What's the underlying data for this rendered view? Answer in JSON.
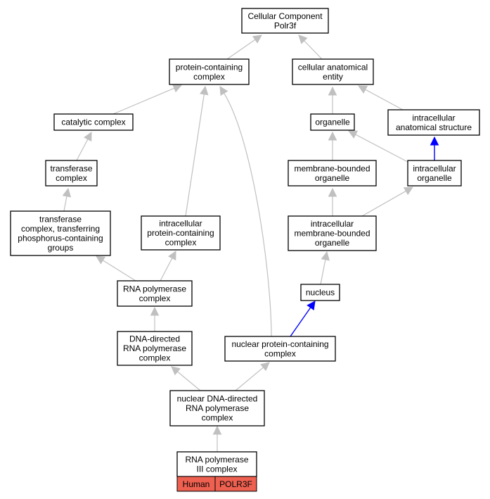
{
  "colors": {
    "is_a_edge": "#c0c0c0",
    "part_of_edge": "#0000ff",
    "gene_cell_fill": "#ee6050"
  },
  "nodes": {
    "root": {
      "lines": [
        "Cellular Component",
        "Polr3f"
      ]
    },
    "protein_containing_complex": {
      "lines": [
        "protein-containing",
        "complex"
      ]
    },
    "cellular_anatomical_entity": {
      "lines": [
        "cellular anatomical",
        "entity"
      ]
    },
    "catalytic_complex": {
      "lines": [
        "catalytic complex"
      ]
    },
    "organelle": {
      "lines": [
        "organelle"
      ]
    },
    "intracellular_anatomical_structure": {
      "lines": [
        "intracellular",
        "anatomical structure"
      ]
    },
    "transferase_complex": {
      "lines": [
        "transferase",
        "complex"
      ]
    },
    "membrane_bounded_organelle": {
      "lines": [
        "membrane-bounded",
        "organelle"
      ]
    },
    "intracellular_organelle": {
      "lines": [
        "intracellular",
        "organelle"
      ]
    },
    "transferase_complex_phospho": {
      "lines": [
        "transferase",
        "complex, transferring",
        "phosphorus-containing",
        "groups"
      ]
    },
    "intracellular_protein_containing_complex": {
      "lines": [
        "intracellular",
        "protein-containing",
        "complex"
      ]
    },
    "intracellular_membrane_bounded_organelle": {
      "lines": [
        "intracellular",
        "membrane-bounded",
        "organelle"
      ]
    },
    "rna_polymerase_complex": {
      "lines": [
        "RNA polymerase",
        "complex"
      ]
    },
    "nucleus": {
      "lines": [
        "nucleus"
      ]
    },
    "dna_directed_rna_polymerase_complex": {
      "lines": [
        "DNA-directed",
        "RNA polymerase",
        "complex"
      ]
    },
    "nuclear_protein_containing_complex": {
      "lines": [
        "nuclear protein-containing",
        "complex"
      ]
    },
    "nuclear_dna_directed_rna_polymerase_complex": {
      "lines": [
        "nuclear DNA-directed",
        "RNA polymerase",
        "complex"
      ]
    },
    "rna_polymerase_iii_complex": {
      "lines": [
        "RNA polymerase",
        "III complex"
      ]
    }
  },
  "gene_annotation": {
    "species": "Human",
    "gene": "POLR3F"
  },
  "edges": [
    {
      "from": "protein_containing_complex",
      "to": "root",
      "type": "is_a"
    },
    {
      "from": "cellular_anatomical_entity",
      "to": "root",
      "type": "is_a"
    },
    {
      "from": "catalytic_complex",
      "to": "protein_containing_complex",
      "type": "is_a"
    },
    {
      "from": "intracellular_protein_containing_complex",
      "to": "protein_containing_complex",
      "type": "is_a"
    },
    {
      "from": "nuclear_protein_containing_complex",
      "to": "protein_containing_complex",
      "type": "is_a"
    },
    {
      "from": "organelle",
      "to": "cellular_anatomical_entity",
      "type": "is_a"
    },
    {
      "from": "intracellular_anatomical_structure",
      "to": "cellular_anatomical_entity",
      "type": "is_a"
    },
    {
      "from": "transferase_complex",
      "to": "catalytic_complex",
      "type": "is_a"
    },
    {
      "from": "membrane_bounded_organelle",
      "to": "organelle",
      "type": "is_a"
    },
    {
      "from": "intracellular_organelle",
      "to": "organelle",
      "type": "is_a"
    },
    {
      "from": "intracellular_organelle",
      "to": "intracellular_anatomical_structure",
      "type": "part_of"
    },
    {
      "from": "transferase_complex_phospho",
      "to": "transferase_complex",
      "type": "is_a"
    },
    {
      "from": "intracellular_membrane_bounded_organelle",
      "to": "membrane_bounded_organelle",
      "type": "is_a"
    },
    {
      "from": "intracellular_membrane_bounded_organelle",
      "to": "intracellular_organelle",
      "type": "is_a"
    },
    {
      "from": "rna_polymerase_complex",
      "to": "transferase_complex_phospho",
      "type": "is_a"
    },
    {
      "from": "rna_polymerase_complex",
      "to": "intracellular_protein_containing_complex",
      "type": "is_a"
    },
    {
      "from": "nucleus",
      "to": "intracellular_membrane_bounded_organelle",
      "type": "is_a"
    },
    {
      "from": "dna_directed_rna_polymerase_complex",
      "to": "rna_polymerase_complex",
      "type": "is_a"
    },
    {
      "from": "nuclear_protein_containing_complex",
      "to": "nucleus",
      "type": "part_of"
    },
    {
      "from": "nuclear_dna_directed_rna_polymerase_complex",
      "to": "dna_directed_rna_polymerase_complex",
      "type": "is_a"
    },
    {
      "from": "nuclear_dna_directed_rna_polymerase_complex",
      "to": "nuclear_protein_containing_complex",
      "type": "is_a"
    },
    {
      "from": "rna_polymerase_iii_complex",
      "to": "nuclear_dna_directed_rna_polymerase_complex",
      "type": "is_a"
    }
  ]
}
